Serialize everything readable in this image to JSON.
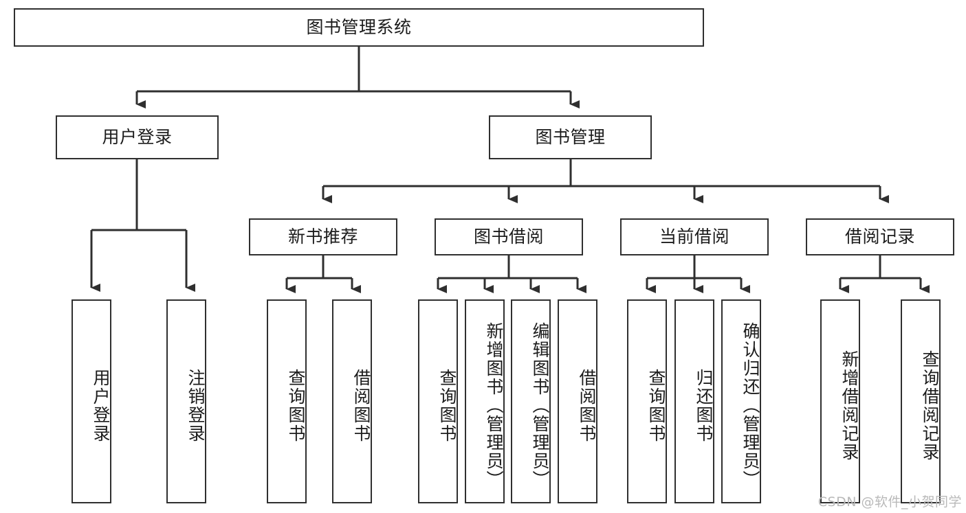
{
  "diagram": {
    "type": "tree-hierarchy",
    "title": "图书管理系统",
    "watermark": "CSDN @软件_小贺同学",
    "colors": {
      "stroke": "#2f2f2f",
      "fill": "#ffffff",
      "text": "#1c1c1c",
      "watermark": "#b9b9b9"
    },
    "levels": {
      "root": {
        "label": "图书管理系统"
      },
      "level2": [
        {
          "label": "用户登录"
        },
        {
          "label": "图书管理"
        }
      ],
      "level3": [
        {
          "label": "新书推荐"
        },
        {
          "label": "图书借阅"
        },
        {
          "label": "当前借阅"
        },
        {
          "label": "借阅记录"
        }
      ],
      "leaves": {
        "user_login": [
          {
            "label": "用户登录"
          },
          {
            "label": "注销登录"
          }
        ],
        "new_book_recommend": [
          {
            "label": "查询图书"
          },
          {
            "label": "借阅图书"
          }
        ],
        "book_borrow": [
          {
            "label": "查询图书"
          },
          {
            "label": "新增图书（管理员）"
          },
          {
            "label": "编辑图书（管理员）"
          },
          {
            "label": "借阅图书"
          }
        ],
        "current_borrow": [
          {
            "label": "查询图书"
          },
          {
            "label": "归还图书"
          },
          {
            "label": "确认归还（管理员）"
          }
        ],
        "borrow_record": [
          {
            "label": "新增借阅记录"
          },
          {
            "label": "查询借阅记录"
          }
        ]
      }
    }
  }
}
